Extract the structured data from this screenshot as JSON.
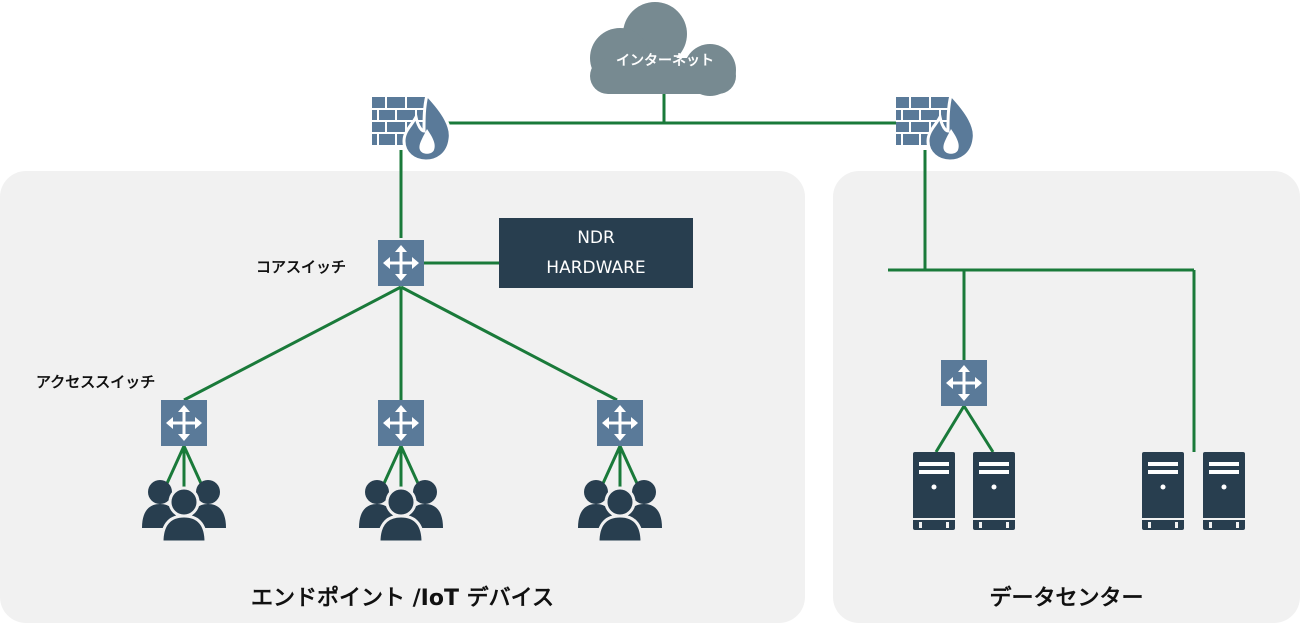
{
  "internet": {
    "label": "インターネット"
  },
  "ndr": {
    "line1": "NDR",
    "line2": "HARDWARE"
  },
  "labels": {
    "core_switch": "コアスイッチ",
    "access_switch": "アクセススイッチ"
  },
  "sections": {
    "endpoints": "エンドポイント /IoT デバイス",
    "datacenter": "データセンター"
  },
  "colors": {
    "link": "#1a7a3a",
    "device": "#5a7a99",
    "dark": "#283e4f",
    "cloud": "#778a91",
    "panel": "#f1f1f1"
  }
}
